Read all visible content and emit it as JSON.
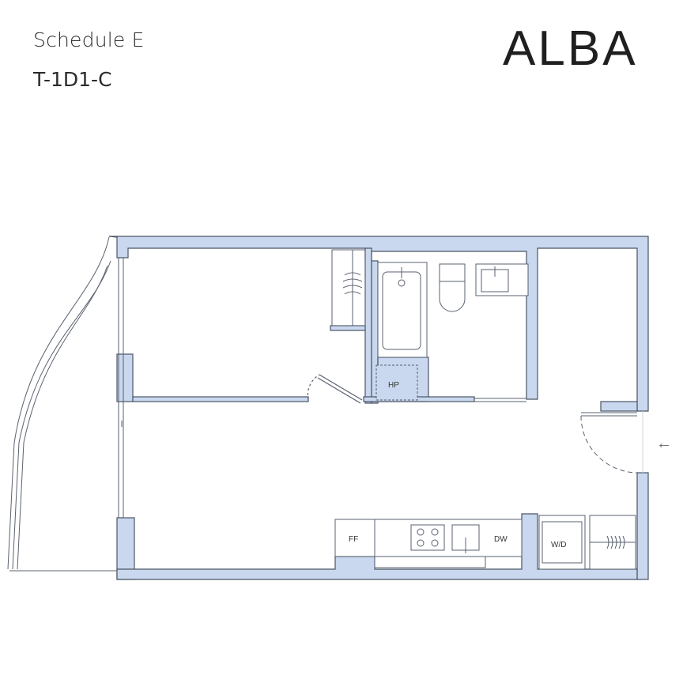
{
  "header": {
    "schedule": "Schedule E",
    "unit_type": "T-1D1-C",
    "brand": "ALBA"
  },
  "floorplan": {
    "labels": {
      "heat_pump": "HP",
      "fridge_freezer": "FF",
      "dishwasher": "DW",
      "washer_dryer": "W/D"
    },
    "entry_arrow": "←",
    "colors": {
      "wall_fill": "#c9d8ee",
      "wall_stroke": "#4a5566",
      "line": "#5a6170"
    }
  }
}
